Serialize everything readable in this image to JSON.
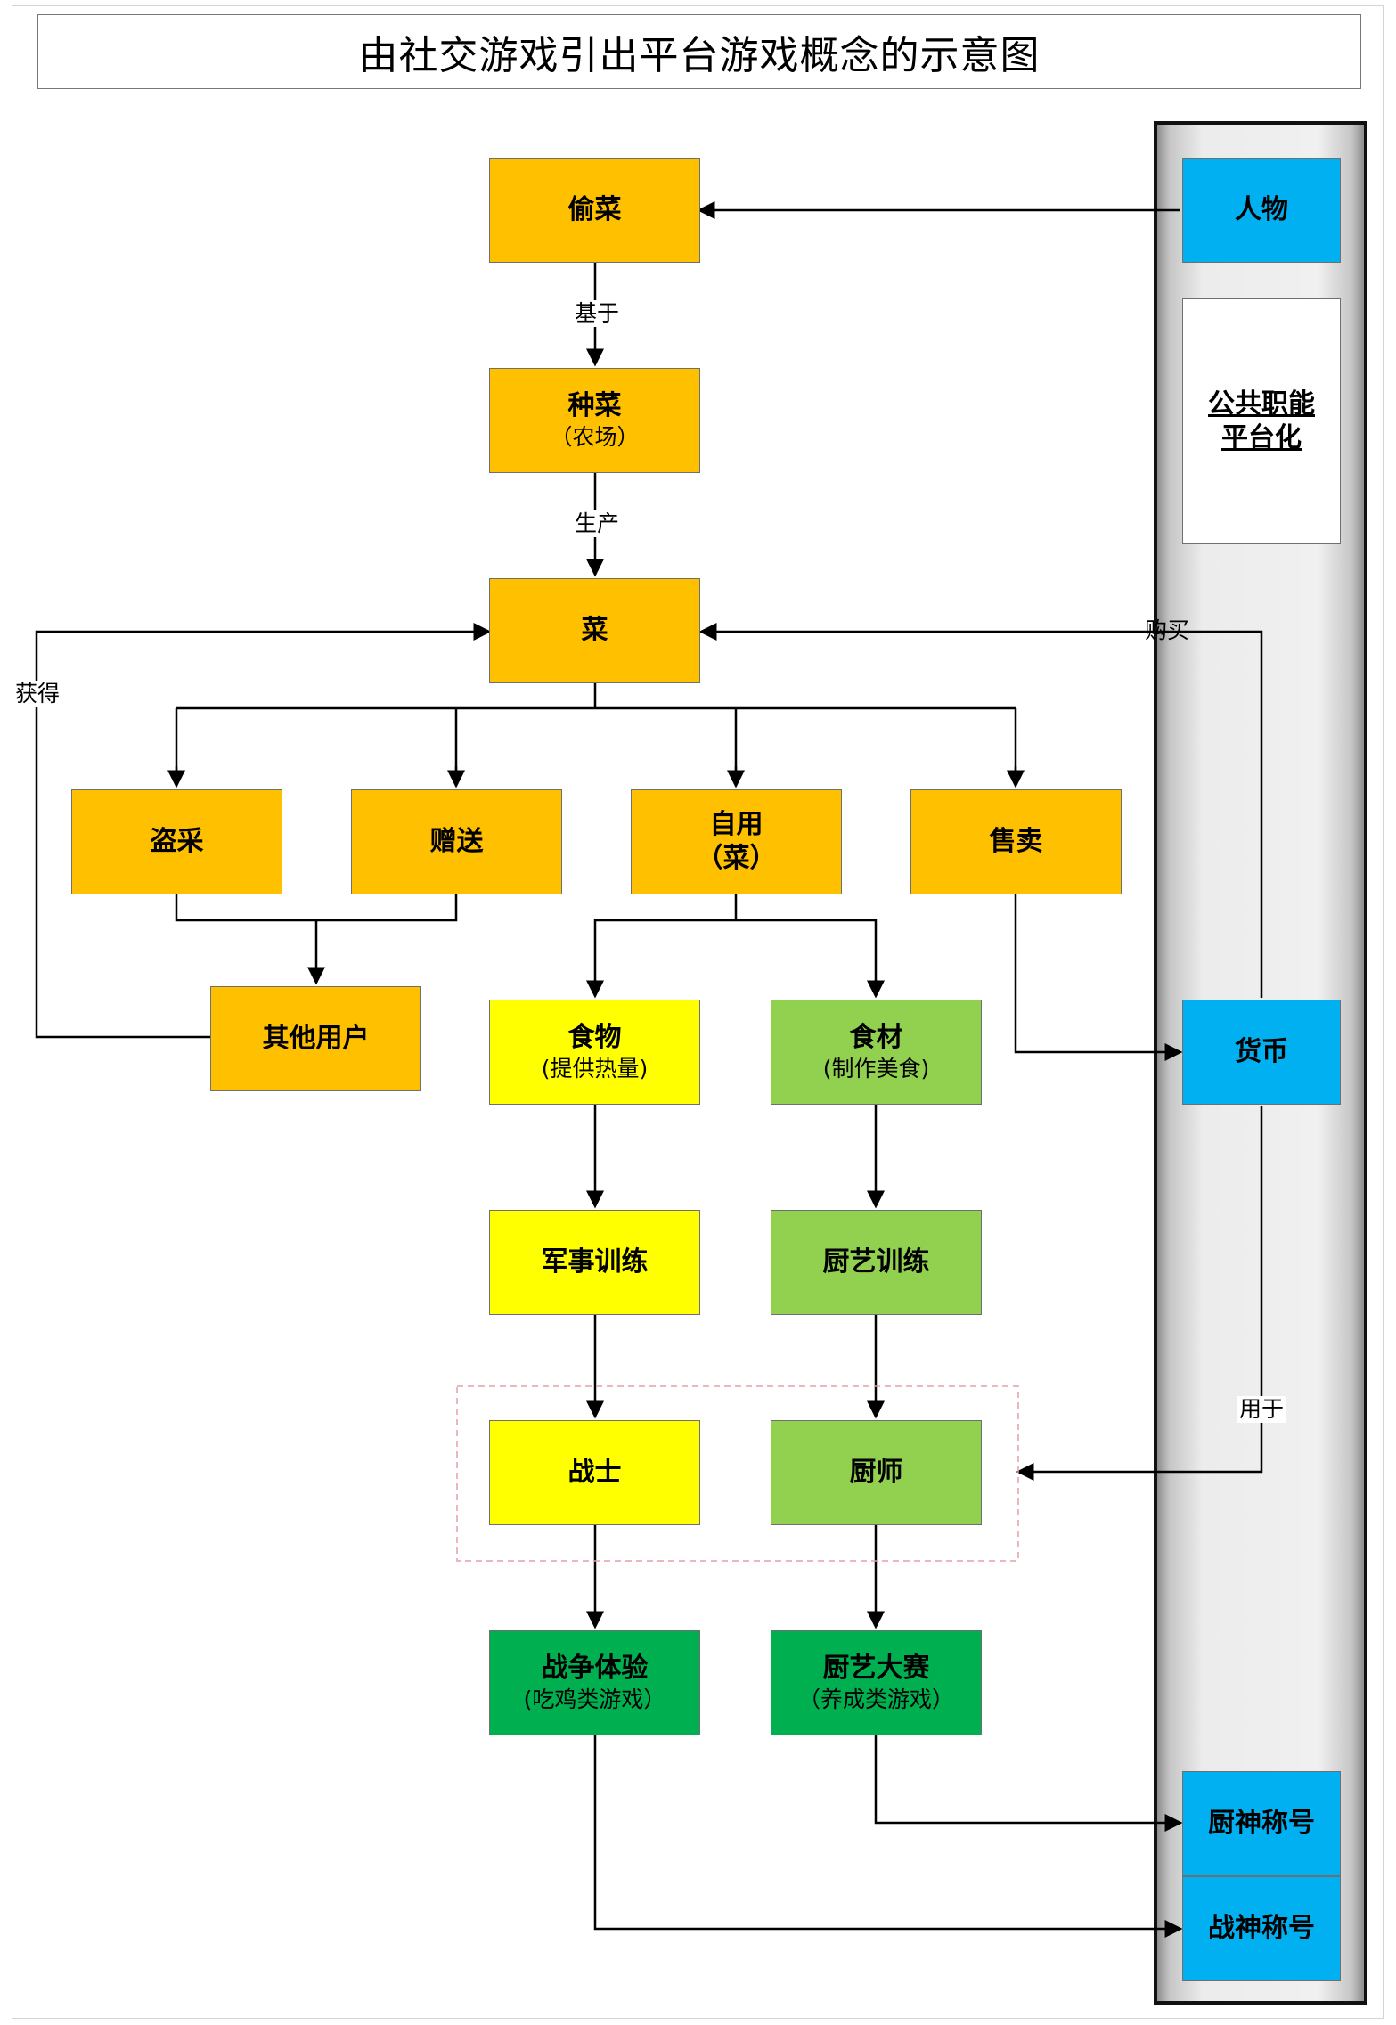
{
  "title": "由社交游戏引出平台游戏概念的示意图",
  "nodes": {
    "steal_veg": {
      "title": "偷菜"
    },
    "grow_veg": {
      "title": "种菜",
      "sub": "（农场）"
    },
    "veg": {
      "title": "菜"
    },
    "pilfer": {
      "title": "盗采"
    },
    "gift": {
      "title": "赠送"
    },
    "self_use": {
      "title": "自用",
      "sub": "（菜）"
    },
    "sell": {
      "title": "售卖"
    },
    "other_users": {
      "title": "其他用户"
    },
    "food": {
      "title": "食物",
      "sub": "(提供热量)"
    },
    "ingredients": {
      "title": "食材",
      "sub": "(制作美食)"
    },
    "military_training": {
      "title": "军事训练"
    },
    "cooking_training": {
      "title": "厨艺训练"
    },
    "warrior": {
      "title": "战士"
    },
    "chef": {
      "title": "厨师"
    },
    "war_experience": {
      "title": "战争体验",
      "sub": "(吃鸡类游戏）"
    },
    "cooking_contest": {
      "title": "厨艺大赛",
      "sub": "（养成类游戏）"
    },
    "character": {
      "title": "人物"
    },
    "platform_note": {
      "title": "公共职能\n平台化"
    },
    "currency": {
      "title": "货币"
    },
    "chef_god_title": {
      "title": "厨神称号"
    },
    "war_god_title": {
      "title": "战神称号"
    }
  },
  "edge_labels": {
    "based_on": "基于",
    "produce": "生产",
    "obtain": "获得",
    "buy": "购买",
    "used_for": "用于"
  },
  "colors": {
    "orange": "#ffc000",
    "yellow": "#ffff00",
    "light_green": "#92d050",
    "dark_green": "#00b050",
    "blue": "#00b0f0",
    "group_dash": "#e6a0a8"
  }
}
